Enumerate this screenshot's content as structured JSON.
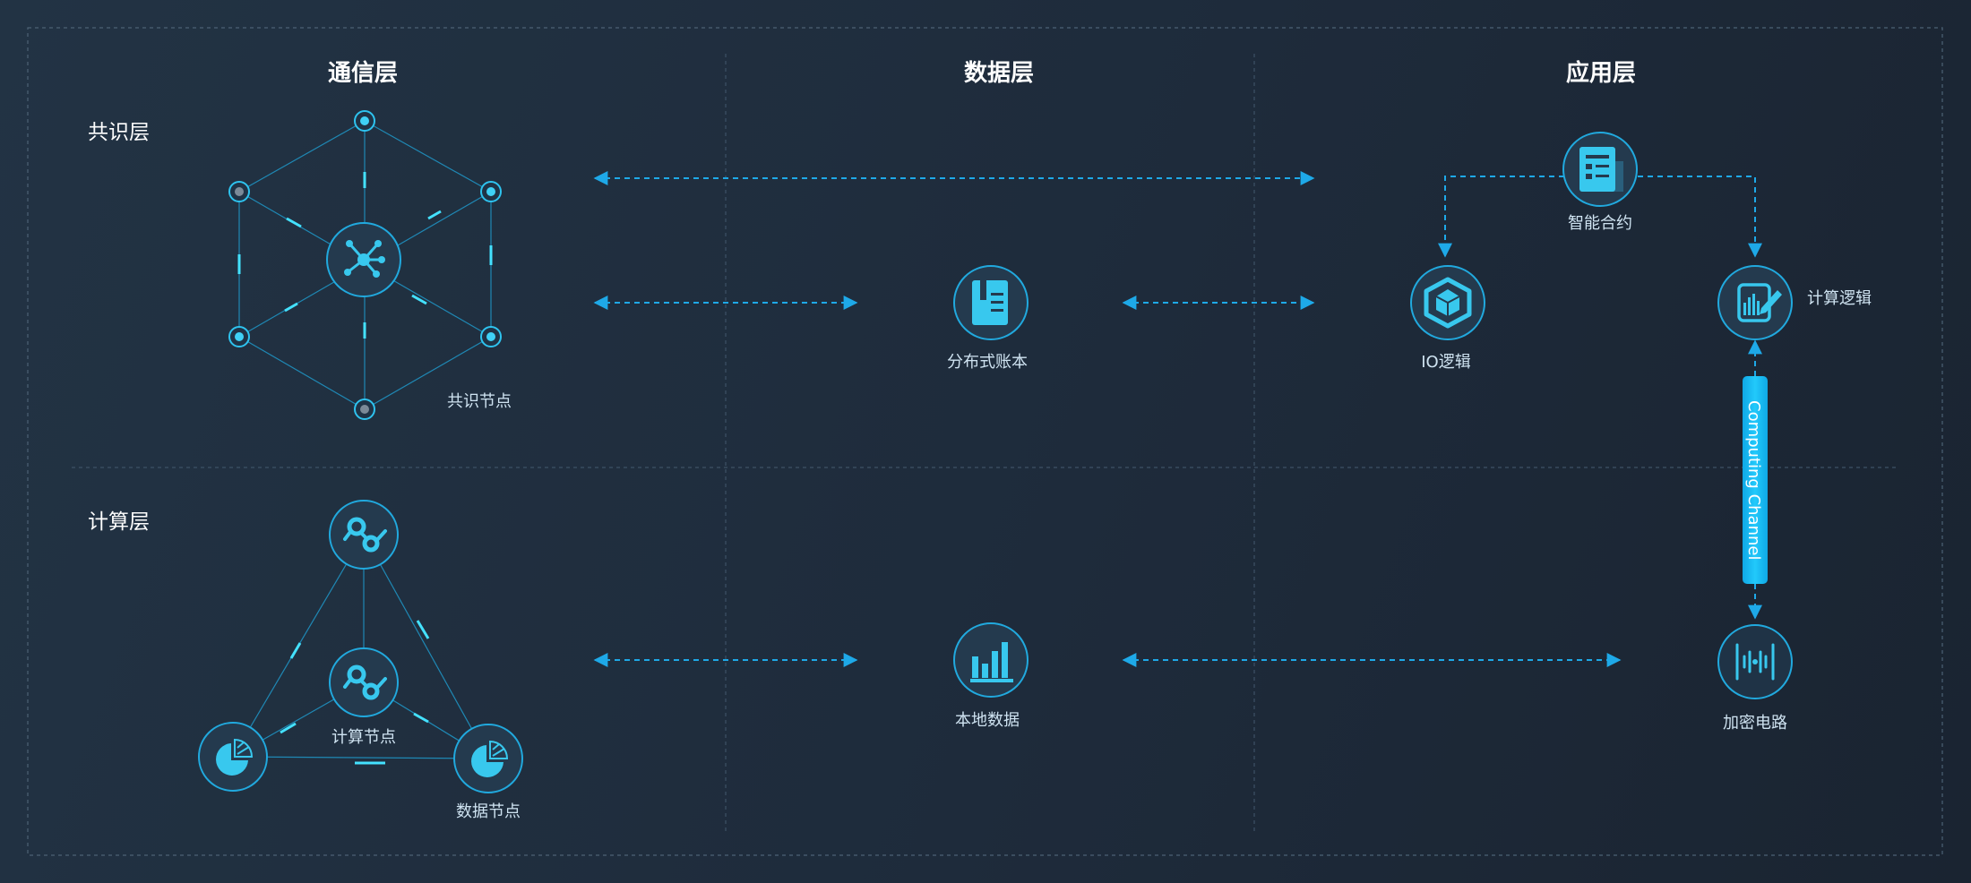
{
  "columns": {
    "comm": "通信层",
    "data": "数据层",
    "app": "应用层"
  },
  "rows": {
    "consensus": "共识层",
    "compute": "计算层"
  },
  "labels": {
    "consensus_node": "共识节点",
    "ledger": "分布式账本",
    "smart_contract": "智能合约",
    "io_logic": "IO逻辑",
    "compute_logic": "计算逻辑",
    "compute_node": "计算节点",
    "data_node": "数据节点",
    "local_data": "本地数据",
    "crypto_circuit": "加密电路",
    "channel": "Computing Channel"
  },
  "icons": [
    "network-hub-icon",
    "ledger-book-icon",
    "contract-document-icon",
    "cube-icon",
    "chart-pencil-icon",
    "node-link-icon",
    "pie-chart-icon",
    "bar-chart-icon",
    "waveform-icon"
  ],
  "colors": {
    "background": "#1e2b3b",
    "accent": "#21a9de",
    "glow": "#44e2ff",
    "channel": "#14bdf2"
  }
}
